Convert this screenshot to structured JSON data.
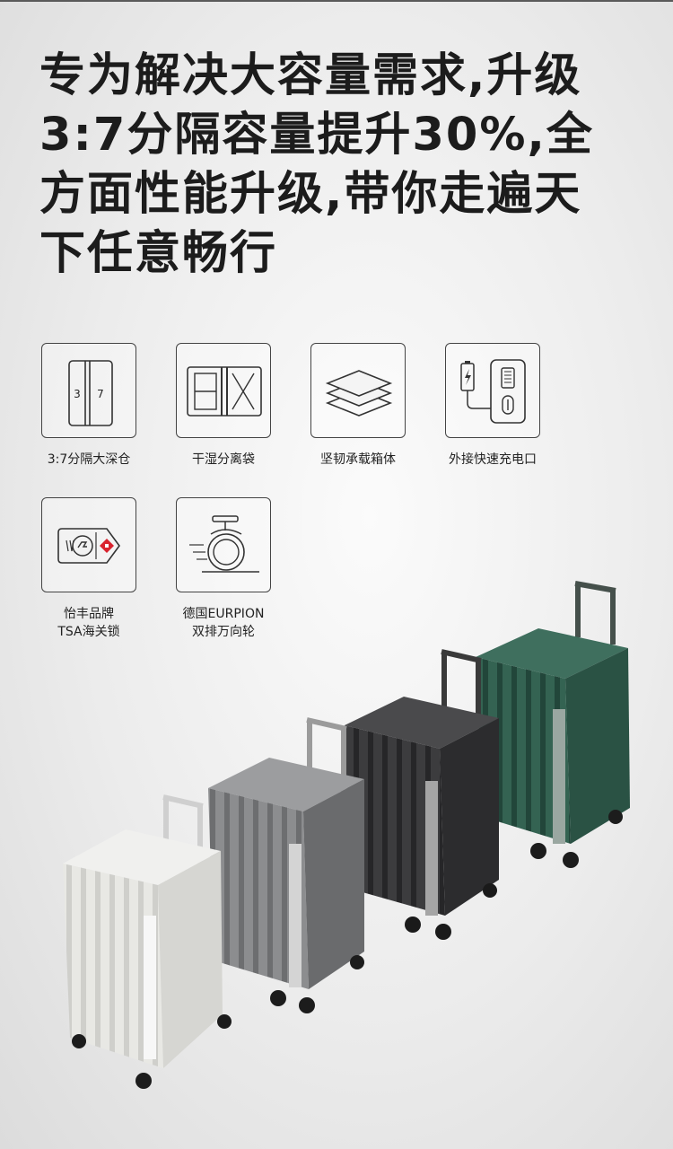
{
  "headline": {
    "lines": [
      "专为解决大容量需求,升级",
      "3:7分隔容量提升30%,全",
      "方面性能升级,带你走遍天",
      "下任意畅行"
    ]
  },
  "features": [
    {
      "icon": "split-compartment-icon",
      "icon_labels": [
        "3",
        "7"
      ],
      "caption_lines": [
        "3:7分隔大深仓"
      ]
    },
    {
      "icon": "wet-dry-bag-icon",
      "caption_lines": [
        "干湿分离袋"
      ]
    },
    {
      "icon": "layers-icon",
      "caption_lines": [
        "坚韧承载箱体"
      ]
    },
    {
      "icon": "usb-charging-port-icon",
      "caption_lines": [
        "外接快速充电口"
      ]
    },
    {
      "icon": "tsa-lock-icon",
      "caption_lines": [
        "怡丰品牌",
        "TSA海关锁"
      ]
    },
    {
      "icon": "spinner-wheel-icon",
      "caption_lines": [
        "德国EURPION",
        "双排万向轮"
      ]
    }
  ],
  "product_colors": [
    "#e4e4e0",
    "#8a8b8d",
    "#3a3a3c",
    "#2f5a4a"
  ],
  "accent": {
    "lock_red": "#d9232e"
  }
}
